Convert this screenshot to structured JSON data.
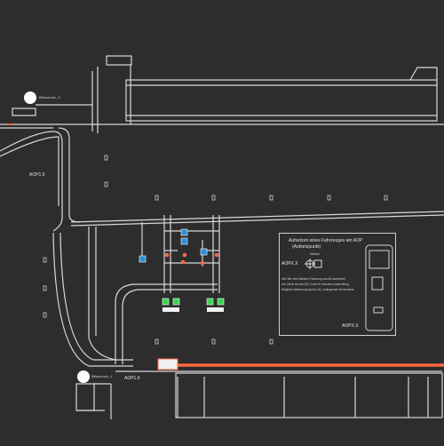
{
  "labels": {
    "aop15": "AOP1.5",
    "aop16": "AOP1.6",
    "blitz_top": "Blitzschutz_4",
    "blitz_bottom": "Blitzschutz_4"
  },
  "legend": {
    "title_line1": "Aufsetzen eines Fahrzeuges am AOP",
    "title_line2": "(Aufsetzpunkt)",
    "aop_label": "AOPX.X",
    "marker_label": "Marker",
    "note_1": "Mit Hilfe des Markers Fahrzeug korrekt aufsetzen",
    "note_2": "Am Gerät ist das QR-Code für Standort-Ausrichtung",
    "note_3": "Mögliche Ablenkung durch z.B. umliegende Hindernisse",
    "aop_bottom": "AOPX.X"
  },
  "colors": {
    "background": "#2d2d2d",
    "lines": "#dcdcdc",
    "route": "#ff6a3d",
    "station_green": "#39d353",
    "station_blue": "#2c8fd6",
    "marker_orange": "#ff6a3d"
  },
  "icons": {
    "parking": "parking-marker-icon",
    "charging": "charging-station-icon",
    "vehicle": "vehicle-icon",
    "marker": "marker-target-icon"
  }
}
